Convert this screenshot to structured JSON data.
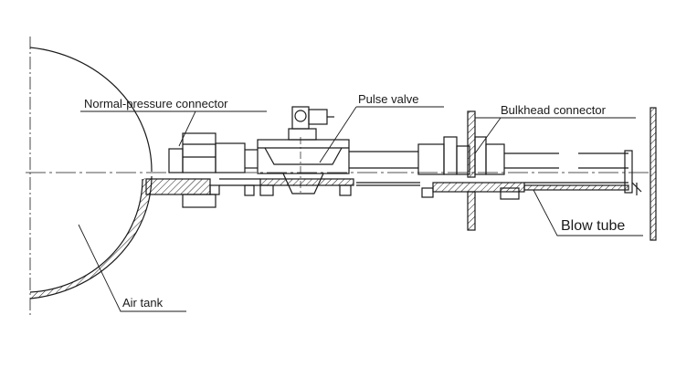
{
  "diagram": {
    "labels": {
      "normal_pressure_connector": "Normal-pressure connector",
      "pulse_valve": "Pulse valve",
      "bulkhead_connector": "Bulkhead connector",
      "blow_tube": "Blow tube",
      "air_tank": "Air tank"
    },
    "colors": {
      "line": "#1a1a1a",
      "background": "#ffffff"
    }
  }
}
